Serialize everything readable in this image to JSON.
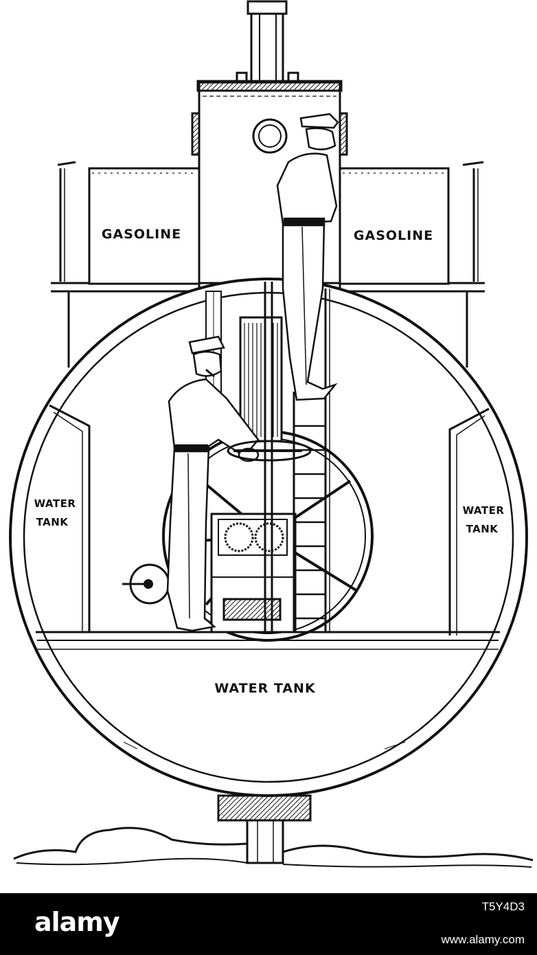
{
  "labels": {
    "gasoline_left": "GASOLINE",
    "gasoline_right": "GASOLINE",
    "water_tank_left_1": "WATER",
    "water_tank_left_2": "TANK",
    "water_tank_right_1": "WATER",
    "water_tank_right_2": "TANK",
    "water_tank_bottom": "WATER TANK"
  },
  "watermark": {
    "logo": "alamy",
    "image_id": "T5Y4D3",
    "url": "www.alamy.com"
  }
}
